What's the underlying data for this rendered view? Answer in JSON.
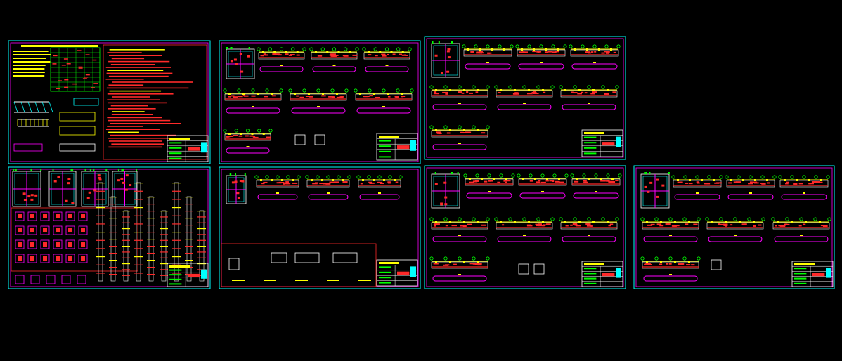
{
  "title": "",
  "colors": {
    "background": "#000000",
    "sheet_border": "#00ffff",
    "frame": "#ff00ff",
    "highlight": "#ffff00",
    "rebar": "#ff2a2a",
    "accent": "#00ff00",
    "outline": "#ffffff"
  },
  "sheets": [
    {
      "id": "sheet-1",
      "kind": "general-notes"
    },
    {
      "id": "sheet-2",
      "kind": "beam-details"
    },
    {
      "id": "sheet-3",
      "kind": "beam-details"
    },
    {
      "id": "sheet-4",
      "kind": "column-details"
    },
    {
      "id": "sheet-5",
      "kind": "beam-details-sections"
    },
    {
      "id": "sheet-6",
      "kind": "beam-details"
    },
    {
      "id": "sheet-7",
      "kind": "beam-details"
    }
  ]
}
